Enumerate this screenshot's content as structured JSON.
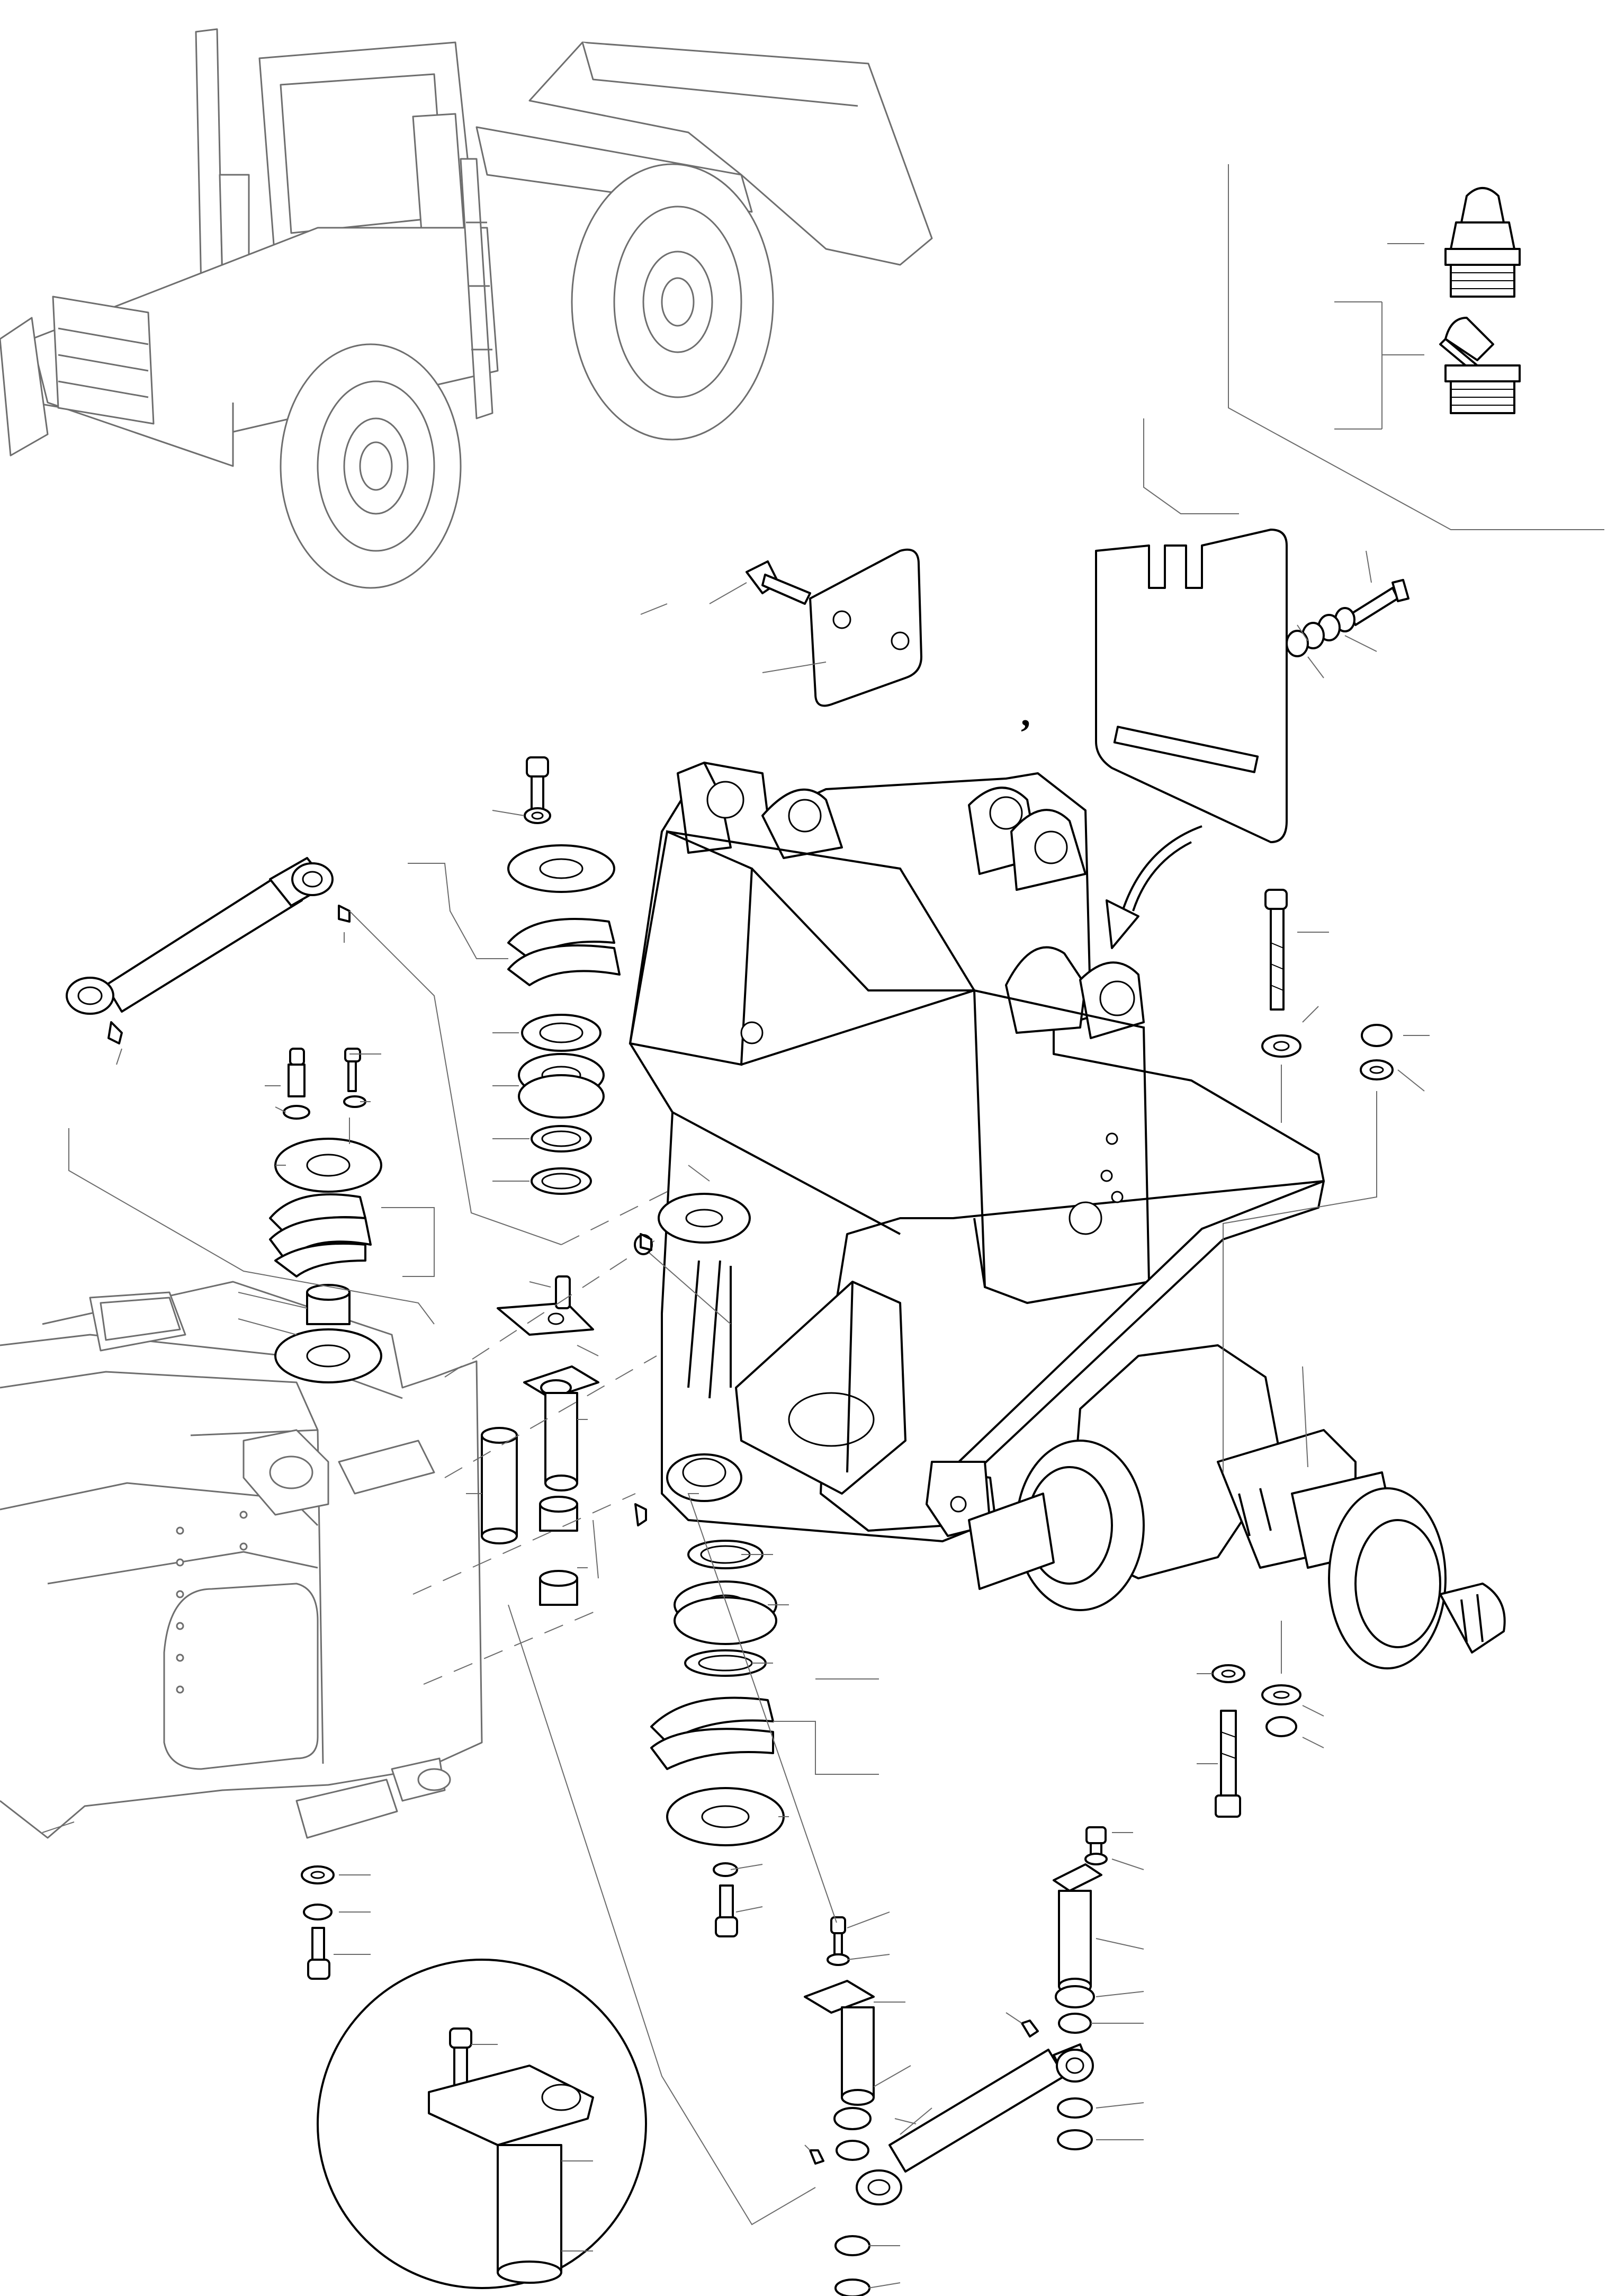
{
  "figure": {
    "printed_marks": [
      ","
    ],
    "line_color": "#000000",
    "background_color": "#ffffff",
    "leader_line_color": "#6b6b6b"
  },
  "parts": [
    "wheel-loader-overview",
    "grease-fitting-straight",
    "grease-fitting-angled",
    "cover-plate",
    "shim-plate",
    "center-frame-bracket",
    "steering-cylinder-upper",
    "steering-cylinder-lower",
    "rear-axle",
    "front-frame",
    "bearing-stack-upper-left",
    "bearing-stack-upper-center",
    "bearing-stack-lower",
    "pivot-pins",
    "pin-detail"
  ]
}
